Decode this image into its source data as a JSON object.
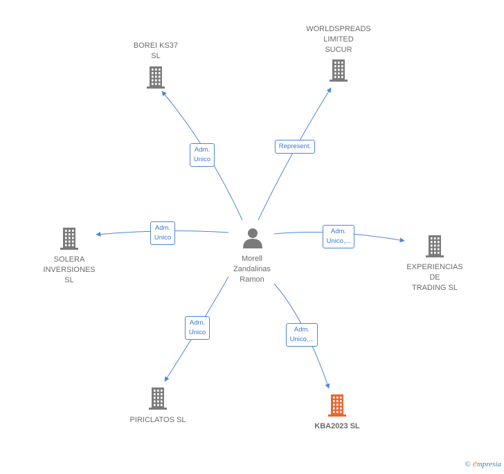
{
  "center": {
    "label": "Morell\nZandalinas\nRamon"
  },
  "nodes": [
    {
      "id": "borei",
      "label": "BOREI KS37\nSL",
      "highlight": false
    },
    {
      "id": "worldspreads",
      "label": "WORLDSPREADS\nLIMITED\nSUCUR",
      "highlight": false
    },
    {
      "id": "solera",
      "label": "SOLERA\nINVERSIONES\nSL",
      "highlight": false
    },
    {
      "id": "experiencias",
      "label": "EXPERIENCIAS\nDE\nTRADING  SL",
      "highlight": false
    },
    {
      "id": "piriclatos",
      "label": "PIRICLATOS SL",
      "highlight": false
    },
    {
      "id": "kba",
      "label": "KBA2023  SL",
      "highlight": true
    }
  ],
  "edges": [
    {
      "to": "borei",
      "label": "Adm.\nUnico"
    },
    {
      "to": "worldspreads",
      "label": "Represent."
    },
    {
      "to": "solera",
      "label": "Adm.\nUnico"
    },
    {
      "to": "experiencias",
      "label": "Adm.\nUnico,..."
    },
    {
      "to": "piriclatos",
      "label": "Adm.\nUnico"
    },
    {
      "to": "kba",
      "label": "Adm.\nUnico,..."
    }
  ],
  "colors": {
    "edge": "#4a86d8",
    "building": "#7b7b7b",
    "building_highlight": "#f0622a",
    "person": "#7b7b7b"
  },
  "icons": {
    "company": "building-icon",
    "person": "person-icon"
  },
  "footer": {
    "copyright": "©",
    "brand_first": "e",
    "brand_rest": "mpresia"
  }
}
